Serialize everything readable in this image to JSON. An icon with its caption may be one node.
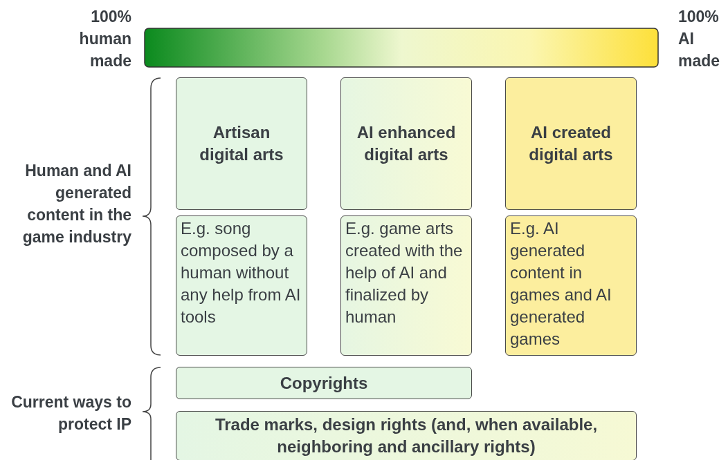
{
  "diagram": {
    "nodes": [
      {
        "text": [],
        "shape": "bar"
      },
      {
        "text": [
          "Artisan digital arts"
        ]
      },
      {
        "text": [
          "AI enhanced digital arts"
        ]
      },
      {
        "text": [
          "AI created digital arts"
        ]
      },
      {
        "text": [
          "E.g. song composed by a human without any help from AI tools"
        ]
      },
      {
        "text": [
          "E.g. game arts created with the help of AI and finalized by human"
        ]
      },
      {
        "text": [
          "E.g. AI generated content in games and AI generated games"
        ]
      },
      {
        "text": [
          "Copyrights"
        ]
      },
      {
        "text": [
          "Trade marks, design rights (and, when available, neighboring and ancillary rights)"
        ]
      }
    ],
    "edges": [],
    "labels": [
      "100% human made",
      "100% AI made",
      "Human and AI generated content in the game industry",
      "Current ways to protect IP"
    ]
  }
}
